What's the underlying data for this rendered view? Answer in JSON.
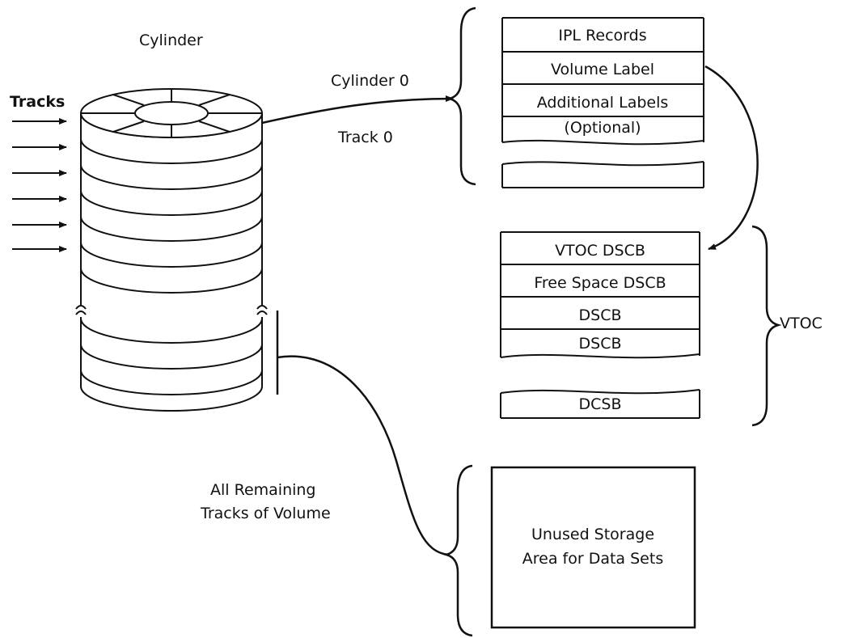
{
  "labels": {
    "cylinder": "Cylinder",
    "tracks": "Tracks",
    "cylinder0": "Cylinder 0",
    "track0": "Track 0",
    "vtoc": "VTOC",
    "remaining_line1": "All Remaining",
    "remaining_line2": "Tracks of Volume"
  },
  "track0_box": {
    "rows": [
      "IPL Records",
      "Volume Label",
      "Additional Labels",
      "(Optional)"
    ]
  },
  "vtoc_box": {
    "rows": [
      "VTOC DSCB",
      "Free Space DSCB",
      "DSCB",
      "DSCB"
    ],
    "last_row": "DCSB"
  },
  "data_area": {
    "line1": "Unused Storage",
    "line2": "Area for Data Sets"
  },
  "colors": {
    "ink": "#111111",
    "background": "#ffffff"
  }
}
